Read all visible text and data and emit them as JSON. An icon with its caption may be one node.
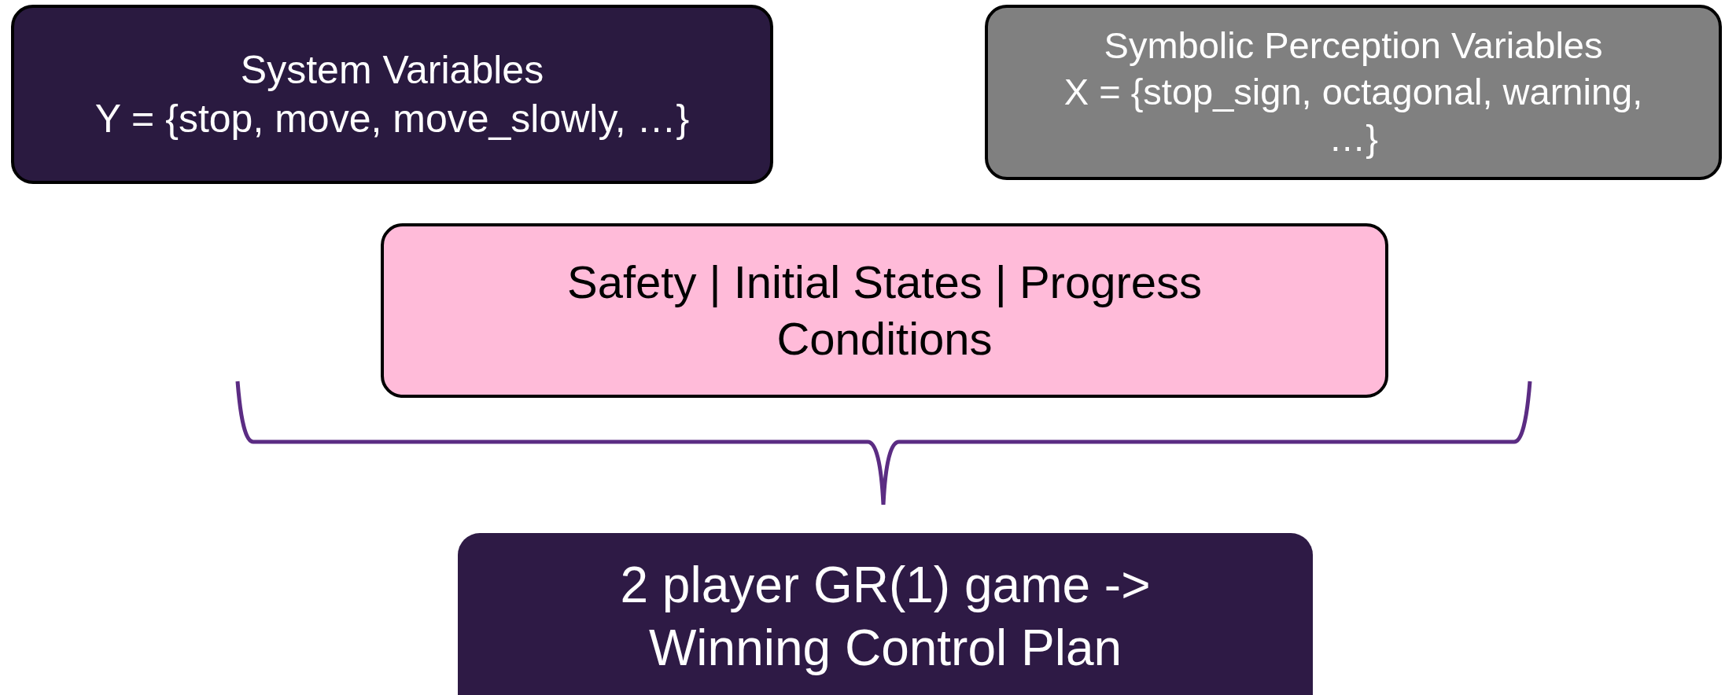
{
  "diagram": {
    "nodes": [
      {
        "text": [
          "System Variables",
          "Y = {stop, move, move_slowly, …}"
        ]
      },
      {
        "text": [
          "Symbolic Perception Variables",
          "X = {stop_sign, octagonal, warning, …}"
        ]
      },
      {
        "text": [
          "Safety | Initial States | Progress Conditions"
        ]
      },
      {
        "text": [
          "2 player GR(1) game -> Winning Control Plan"
        ]
      }
    ]
  }
}
